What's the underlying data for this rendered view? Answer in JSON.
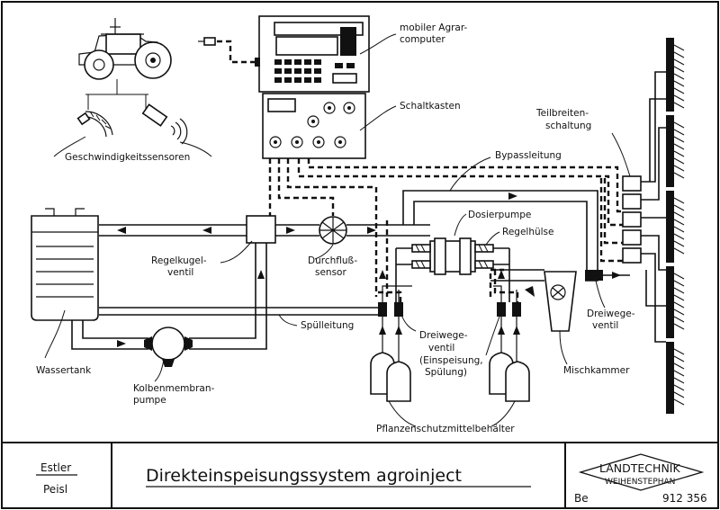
{
  "labels": {
    "computer": [
      "mobiler Agrar-",
      "computer"
    ],
    "schaltkasten": "Schaltkasten",
    "teilbreiten": [
      "Teilbreiten-",
      "schaltung"
    ],
    "bypass": "Bypassleitung",
    "dosierpumpe": "Dosierpumpe",
    "regelhuelse": "Regelhülse",
    "regelkugel": [
      "Regelkugel-",
      "ventil"
    ],
    "durchfluss": [
      "Durchfluß-",
      "sensor"
    ],
    "geschwindigkeit": "Geschwindigkeitssensoren",
    "spuelleitung": "Spülleitung",
    "dreiwege_left": [
      "Dreiwege-",
      "ventil",
      "(Einspeisung,",
      "Spülung)"
    ],
    "dreiwege_right": [
      "Dreiwege-",
      "ventil"
    ],
    "mischkammer": "Mischkammer",
    "wassertank": "Wassertank",
    "kolbenmembran": [
      "Kolbenmembran-",
      "pumpe"
    ],
    "pflanzenschutz": "Pflanzenschutzmittelbehälter"
  },
  "footer": {
    "authors": [
      "Estler",
      "Peisl"
    ],
    "title": "Direkteinspeisungssystem agroinject",
    "logo_line1": "LANDTECHNIK",
    "logo_line2": "WEIHENSTEPHAN",
    "code_prefix": "Be",
    "code": "912 356"
  }
}
